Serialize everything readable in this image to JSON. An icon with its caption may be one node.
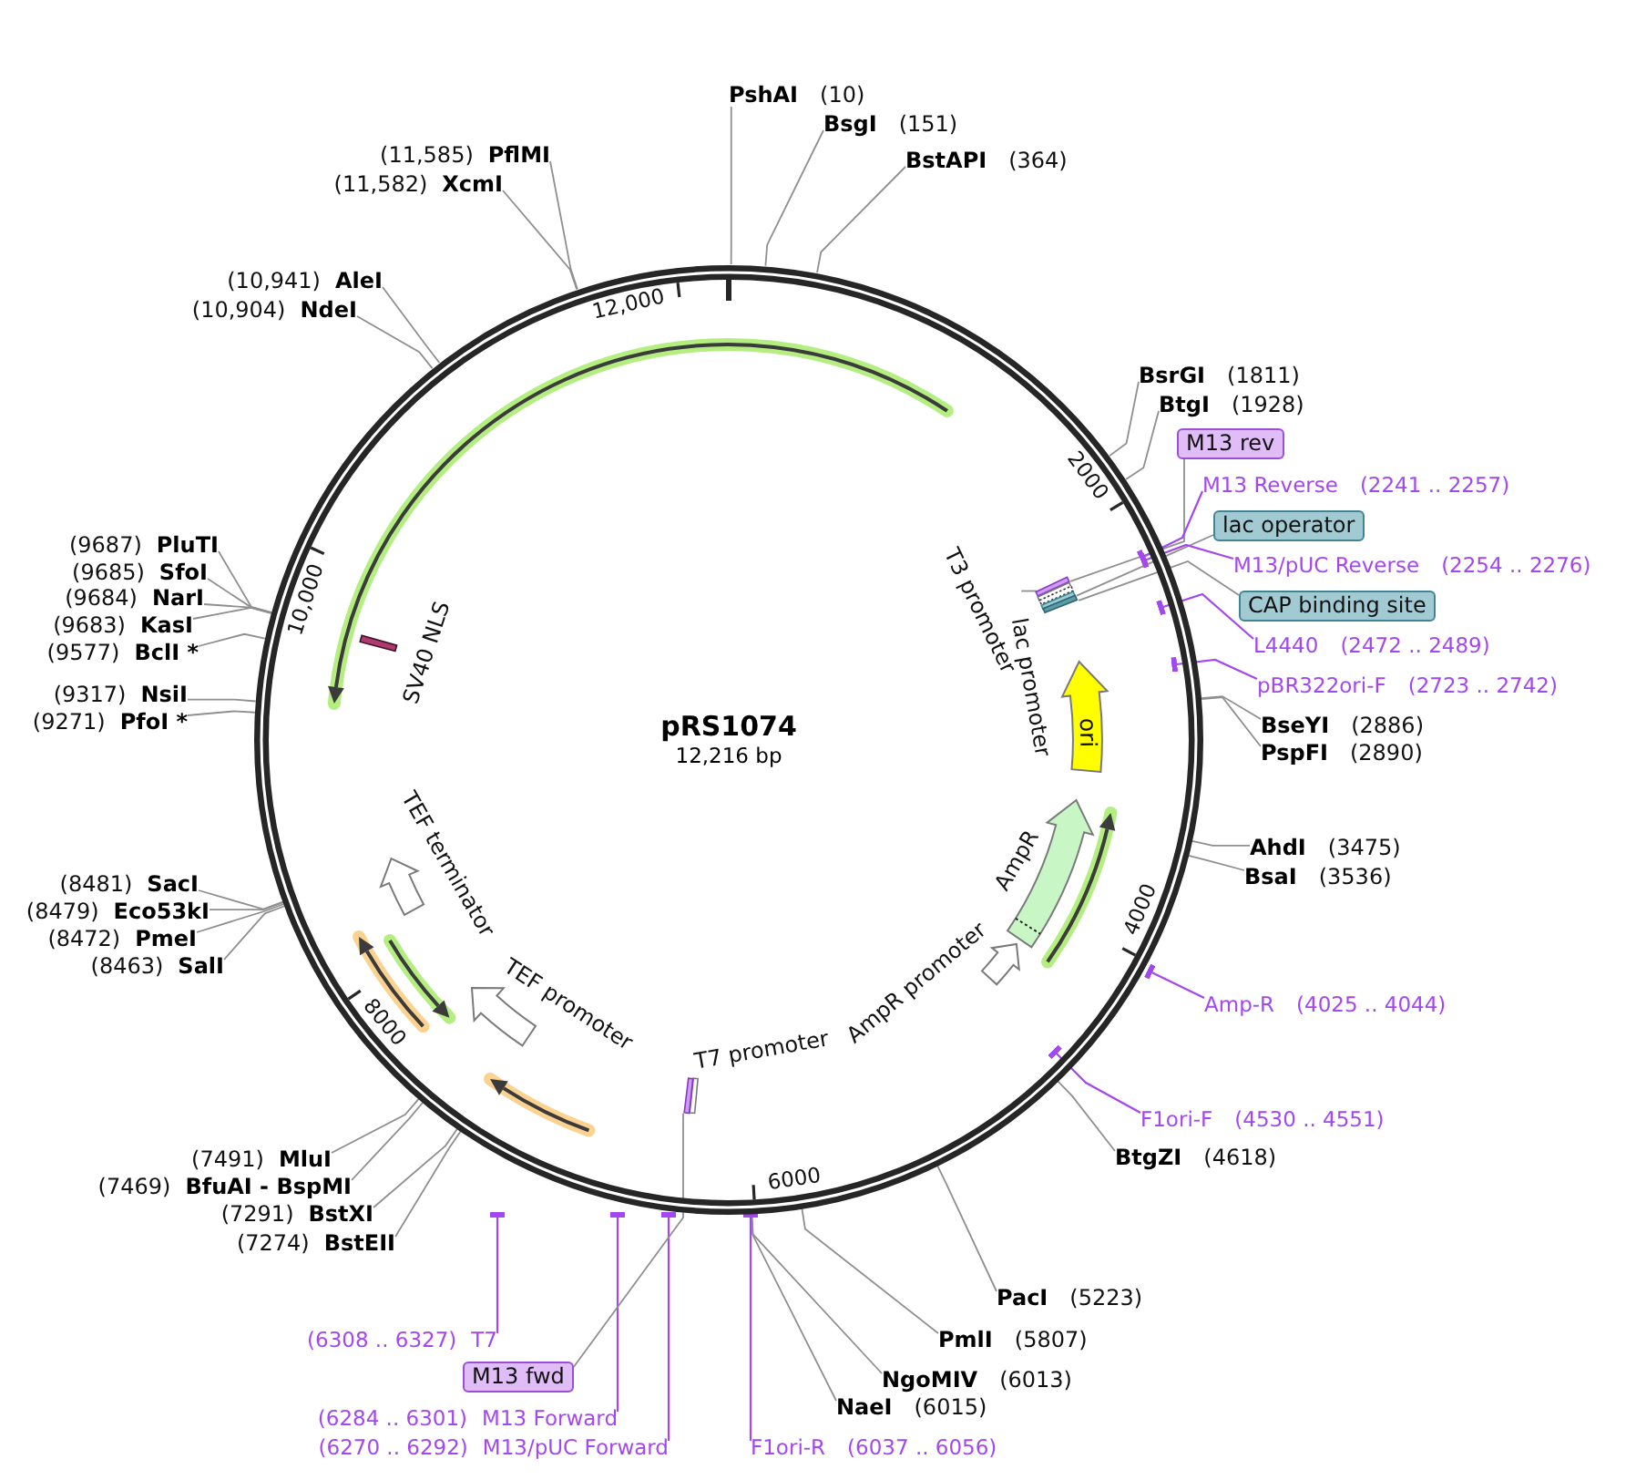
{
  "diagram": {
    "nodes": [
      {
        "text": [
          "pRS1074",
          "12,216 bp"
        ]
      },
      {
        "text": [
          "T3 promoter"
        ],
        "in": 0
      },
      {
        "text": [],
        "shape": "bar",
        "in": 0
      },
      {
        "text": [],
        "shape": "bar",
        "in": 0
      },
      {
        "text": [],
        "shape": "bar",
        "in": 0
      },
      {
        "text": [],
        "shape": "bar",
        "in": 0
      },
      {
        "text": [],
        "shape": "bar",
        "in": 0
      },
      {
        "text": [],
        "shape": "bar",
        "in": 0,
        "beside": [
          "SV40 NLS"
        ]
      },
      {
        "text": [
          "ori"
        ],
        "in": 0
      },
      {
        "text": [],
        "shape": "arrow",
        "in": 0,
        "beside": [
          "AmpR"
        ]
      },
      {
        "text": [],
        "shape": "arrow",
        "in": 0,
        "beside": [
          "TEF terminator"
        ]
      },
      {
        "text": [],
        "shape": "arrow",
        "in": 0,
        "beside": [
          "AmpR promoter"
        ]
      },
      {
        "text": [],
        "shape": "arrow",
        "in": 0,
        "beside": [
          "TEF promoter"
        ]
      },
      {
        "text": [],
        "shape": "bar",
        "in": 0,
        "beside": [
          "T7 promoter"
        ]
      },
      {
        "text": [],
        "shape": "bar",
        "in": 0
      },
      {
        "text": [
          "PshAI",
          "(10)"
        ]
      },
      {
        "text": [
          "BsgI",
          "(151)"
        ]
      },
      {
        "text": [
          "BstAPI",
          "(364)"
        ]
      },
      {
        "text": [
          "BsrGI",
          "(1811)"
        ]
      },
      {
        "text": [
          "BtgI",
          "(1928)"
        ]
      },
      {
        "text": [
          "M13 rev"
        ]
      },
      {
        "text": [
          "M13 Reverse",
          "(2241 .. 2257)"
        ]
      },
      {
        "text": [
          "lac operator"
        ]
      },
      {
        "text": [
          "M13/pUC Reverse",
          "(2254 .. 2276)"
        ]
      },
      {
        "text": [
          "CAP binding site"
        ]
      },
      {
        "text": [
          "L4440",
          "(2472 .. 2489)"
        ]
      },
      {
        "text": [
          "pBR322ori-F",
          "(2723 .. 2742)"
        ]
      },
      {
        "text": [
          "BseYI",
          "(2886)"
        ]
      },
      {
        "text": [
          "PspFI",
          "(2890)"
        ]
      },
      {
        "text": [
          "AhdI",
          "(3475)"
        ]
      },
      {
        "text": [
          "BsaI",
          "(3536)"
        ]
      },
      {
        "text": [
          "Amp-R",
          "(4025 .. 4044)"
        ]
      },
      {
        "text": [
          "F1ori-F",
          "(4530 .. 4551)"
        ]
      },
      {
        "text": [
          "BtgZI",
          "(4618)"
        ]
      },
      {
        "text": [
          "PacI",
          "(5223)"
        ]
      },
      {
        "text": [
          "PmlI",
          "(5807)"
        ]
      },
      {
        "text": [
          "NgoMIV",
          "(6013)"
        ]
      },
      {
        "text": [
          "NaeI",
          "(6015)"
        ]
      },
      {
        "text": [
          "F1ori-R",
          "(6037 .. 6056)"
        ]
      },
      {
        "text": [
          "(6270 .. 6292)",
          "M13/pUC Forward"
        ]
      },
      {
        "text": [
          "(6284 .. 6301)",
          "M13 Forward"
        ]
      },
      {
        "text": [
          "M13 fwd"
        ]
      },
      {
        "text": [
          "(6308 .. 6327)",
          "T7"
        ]
      },
      {
        "text": [
          "(7274)",
          "BstEII"
        ]
      },
      {
        "text": [
          "(7291)",
          "BstXI"
        ]
      },
      {
        "text": [
          "(7469)",
          "BfuAI - BspMI"
        ]
      },
      {
        "text": [
          "(7491)",
          "MluI"
        ]
      },
      {
        "text": [
          "(8463)",
          "SalI"
        ]
      },
      {
        "text": [
          "(8472)",
          "PmeI"
        ]
      },
      {
        "text": [
          "(8479)",
          "Eco53kI"
        ]
      },
      {
        "text": [
          "(8481)",
          "SacI"
        ]
      },
      {
        "text": [
          "(9271)",
          "PfoI *"
        ]
      },
      {
        "text": [
          "(9317)",
          "NsiI"
        ]
      },
      {
        "text": [
          "(9577)",
          "BclI *"
        ]
      },
      {
        "text": [
          "(9683)",
          "KasI"
        ]
      },
      {
        "text": [
          "(9684)",
          "NarI"
        ]
      },
      {
        "text": [
          "(9685)",
          "SfoI"
        ]
      },
      {
        "text": [
          "(9687)",
          "PluTI"
        ]
      },
      {
        "text": [
          "(10,904)",
          "NdeI"
        ]
      },
      {
        "text": [
          "(10,941)",
          "AleI"
        ]
      },
      {
        "text": [
          "(11,582)",
          "XcmI"
        ]
      },
      {
        "text": [
          "(11,585)",
          "PflMI"
        ]
      }
    ],
    "edges": [
      {
        "from": 1,
        "to": 3,
        "arrow": "none"
      },
      {
        "from": 15,
        "to": 0,
        "arrow": "none"
      },
      {
        "from": 16,
        "to": 0,
        "arrow": "none"
      },
      {
        "from": 17,
        "to": 0,
        "arrow": "none"
      },
      {
        "from": 18,
        "to": 0,
        "arrow": "none"
      },
      {
        "from": 19,
        "to": 0,
        "arrow": "none"
      },
      {
        "from": 20,
        "to": 2,
        "arrow": "none"
      },
      {
        "from": 21,
        "to": 0,
        "arrow": "other",
        "color": "#a347f0"
      },
      {
        "from": 22,
        "to": 5,
        "arrow": "none"
      },
      {
        "from": 23,
        "to": 0,
        "arrow": "other",
        "color": "#a347f0"
      },
      {
        "from": 24,
        "to": 6,
        "arrow": "none"
      },
      {
        "from": 25,
        "to": 0,
        "arrow": "other",
        "color": "#a347f0"
      },
      {
        "from": 26,
        "to": 0,
        "arrow": "other",
        "color": "#a347f0"
      },
      {
        "from": 27,
        "to": 0,
        "arrow": "none"
      },
      {
        "from": 28,
        "to": 0,
        "arrow": "none"
      },
      {
        "from": 29,
        "to": 0,
        "arrow": "none"
      },
      {
        "from": 30,
        "to": 0,
        "arrow": "none"
      },
      {
        "from": 31,
        "to": 0,
        "arrow": "other",
        "color": "#a347f0"
      },
      {
        "from": 32,
        "to": 0,
        "arrow": "other",
        "color": "#a347f0"
      },
      {
        "from": 33,
        "to": 0,
        "arrow": "none"
      },
      {
        "from": 34,
        "to": 0,
        "arrow": "none"
      },
      {
        "from": 35,
        "to": 0,
        "arrow": "none"
      },
      {
        "from": 36,
        "to": 0,
        "arrow": "none"
      },
      {
        "from": 37,
        "to": 0,
        "arrow": "none"
      },
      {
        "from": 38,
        "to": 0,
        "arrow": "other",
        "color": "#a347f0"
      },
      {
        "from": 39,
        "to": 0,
        "arrow": "other",
        "color": "#a347f0"
      },
      {
        "from": 40,
        "to": 0,
        "arrow": "other",
        "color": "#a347f0"
      },
      {
        "from": 41,
        "to": 14,
        "arrow": "none"
      },
      {
        "from": 42,
        "to": 0,
        "arrow": "other",
        "color": "#a347f0"
      },
      {
        "from": 43,
        "to": 0,
        "arrow": "none"
      },
      {
        "from": 44,
        "to": 0,
        "arrow": "none"
      },
      {
        "from": 45,
        "to": 0,
        "arrow": "none"
      },
      {
        "from": 46,
        "to": 0,
        "arrow": "none"
      },
      {
        "from": 47,
        "to": 0,
        "arrow": "none"
      },
      {
        "from": 48,
        "to": 0,
        "arrow": "none"
      },
      {
        "from": 49,
        "to": 0,
        "arrow": "none"
      },
      {
        "from": 50,
        "to": 0,
        "arrow": "none"
      },
      {
        "from": 51,
        "to": 0,
        "arrow": "none"
      },
      {
        "from": 52,
        "to": 0,
        "arrow": "none"
      },
      {
        "from": 53,
        "to": 0,
        "arrow": "none"
      },
      {
        "from": 54,
        "to": 0,
        "arrow": "none"
      },
      {
        "from": 55,
        "to": 0,
        "arrow": "none"
      },
      {
        "from": 56,
        "to": 0,
        "arrow": "none"
      },
      {
        "from": 57,
        "to": 0,
        "arrow": "none"
      },
      {
        "from": 58,
        "to": 0,
        "arrow": "none"
      },
      {
        "from": 59,
        "to": 0,
        "arrow": "none"
      },
      {
        "from": 60,
        "to": 0,
        "arrow": "none"
      },
      {
        "from": 61,
        "to": 0,
        "arrow": "none"
      }
    ],
    "labels": [
      "12,000",
      "2000",
      "10,000",
      "lac promoter",
      "4000",
      "8000",
      "6000"
    ]
  }
}
